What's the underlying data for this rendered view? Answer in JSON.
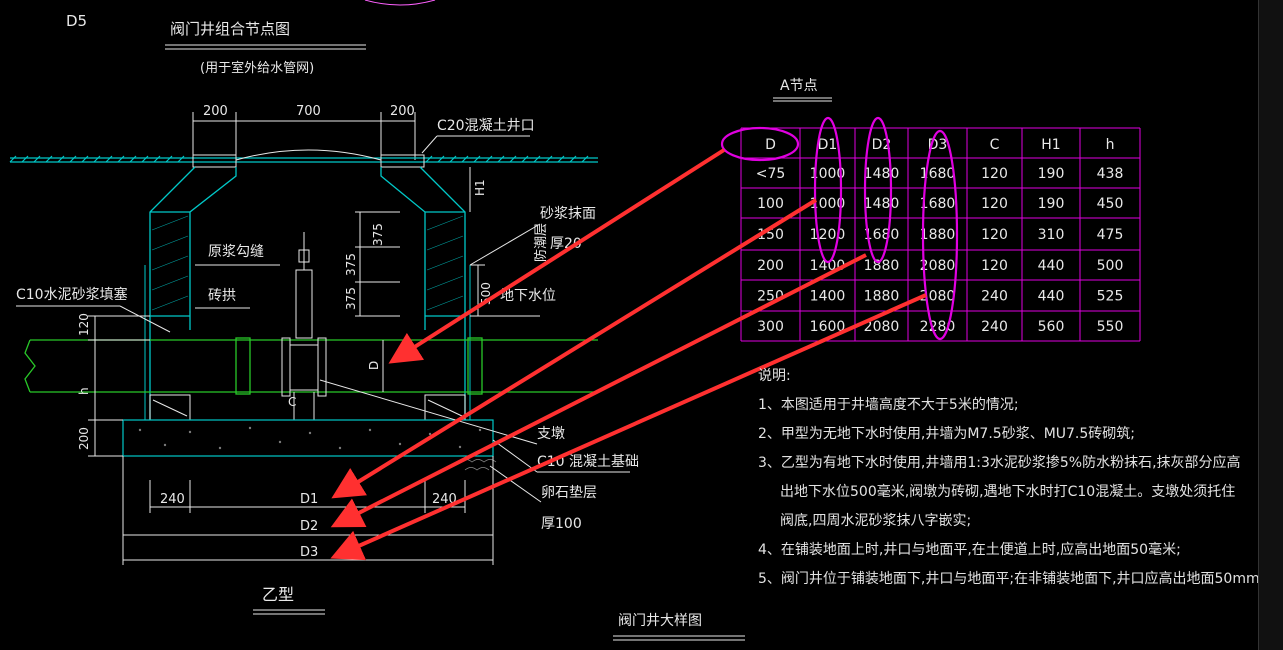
{
  "drawing": {
    "top_left_label": "D5",
    "combo_title": "阀门井组合节点图",
    "combo_subtitle": "(用于室外给水管网)",
    "dim_top": [
      "200",
      "700",
      "200"
    ],
    "lid_label": "C20混凝土井口",
    "left_labels": {
      "plaster": "原浆勾缝",
      "brick": "砖拱",
      "c10_fill": "C10水泥砂浆填塞",
      "dim_120": "120",
      "dim_h": "h",
      "dim_200": "200"
    },
    "right_labels": {
      "mortar": "砂浆抹面",
      "thick20": "厚20",
      "waterproof": "防潮层",
      "dim_500": "500",
      "groundwater": "地下水位",
      "support": "支墩",
      "c10_base": "C10 混凝土基础",
      "gravel": "卵石垫层",
      "thick100": "厚100",
      "dim_H1": "H1"
    },
    "inner_dims": [
      "375",
      "375",
      "375"
    ],
    "pipe_labels": {
      "D": "D",
      "C": "C"
    },
    "bottom_dims": {
      "left240": "240",
      "right240": "240",
      "D1": "D1",
      "D2": "D2",
      "D3": "D3"
    },
    "type_label": "乙型",
    "detail_title": "阀门井大样图"
  },
  "table": {
    "title": "A节点",
    "headers": [
      "D",
      "D1",
      "D2",
      "D3",
      "C",
      "H1",
      "h"
    ],
    "rows": [
      [
        "<75",
        "1000",
        "1480",
        "1680",
        "120",
        "190",
        "438"
      ],
      [
        "100",
        "1000",
        "1480",
        "1680",
        "120",
        "190",
        "450"
      ],
      [
        "150",
        "1200",
        "1680",
        "1880",
        "120",
        "310",
        "475"
      ],
      [
        "200",
        "1400",
        "1880",
        "2080",
        "120",
        "440",
        "500"
      ],
      [
        "250",
        "1400",
        "1880",
        "2080",
        "240",
        "440",
        "525"
      ],
      [
        "300",
        "1600",
        "2080",
        "2280",
        "240",
        "560",
        "550"
      ]
    ]
  },
  "notes": {
    "title": "说明:",
    "items": [
      "1、本图适用于井墙高度不大于5米的情况;",
      "2、甲型为无地下水时使用,井墙为M7.5砂浆、MU7.5砖砌筑;",
      "3、乙型为有地下水时使用,井墙用1:3水泥砂浆掺5%防水粉抹石,抹灰部分应高",
      "出地下水位500毫米,阀墩为砖砌,遇地下水时打C10混凝土。支墩处须托住",
      "阀底,四周水泥砂浆抹八字嵌实;",
      "4、在铺装地面上时,井口与地面平,在土便道上时,应高出地面50毫米;",
      "5、阀门井位于铺装地面下,井口与地面平;在非铺装地面下,井口应高出地面50mm。"
    ]
  },
  "colors": {
    "cyan": "#00c8c8",
    "green": "#28c828",
    "white": "#e8e8e8",
    "magenta": "#e000e0",
    "red": "#ff3030",
    "yellow": "#e0e000"
  }
}
